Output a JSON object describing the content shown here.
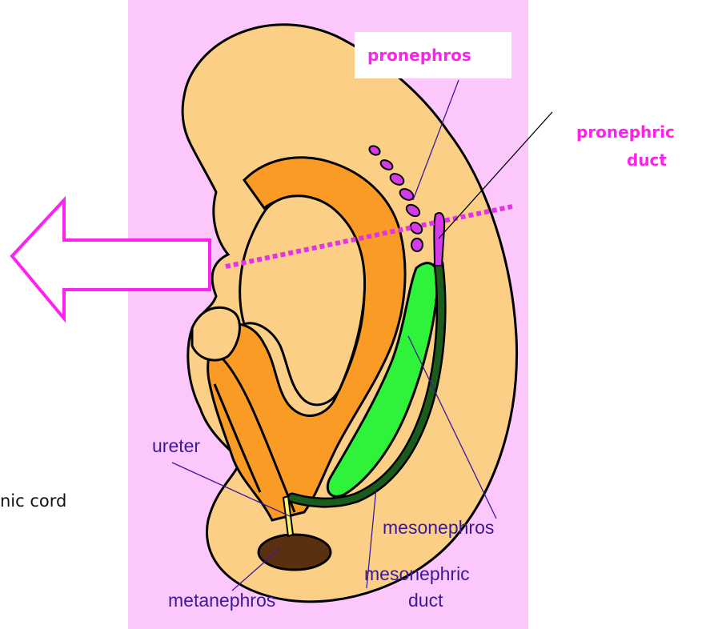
{
  "colors": {
    "background_panel": "#fcc8fc",
    "embryo": "#fccf87",
    "neural_tube": "#f99b24",
    "mesonephros": "#2ff23b",
    "mesonephric_duct": "#1b5b1b",
    "metanephros": "#5a3011",
    "ureter": "#f5f570",
    "pronephros": "#d33ce8",
    "cut_line": "#e433e6",
    "arrow": "#ff22ee"
  },
  "labels": {
    "pronephros": "pronephros",
    "pronephric_duct_line1": "pronephric",
    "pronephric_duct_line2": "duct",
    "ureter": "ureter",
    "mesonephros": "mesonephros",
    "mesonephric_duct_line1": "mesonephric",
    "mesonephric_duct_line2": "duct",
    "metanephros": "metanephros",
    "nephrogenic_cord_partial": "nic cord"
  }
}
